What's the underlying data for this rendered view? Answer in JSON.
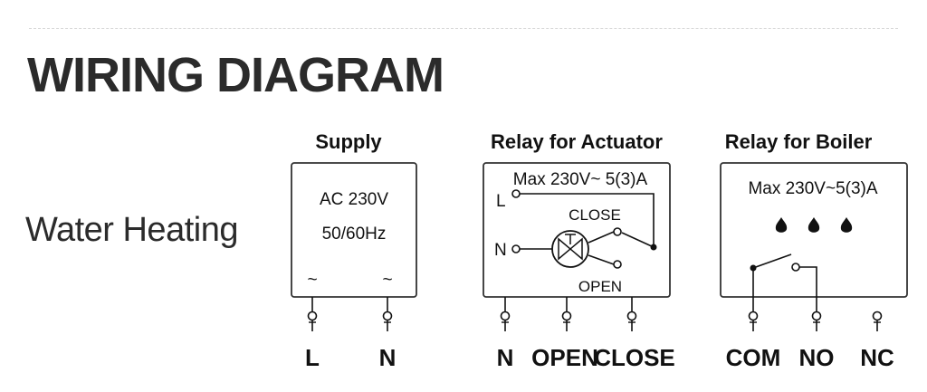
{
  "page": {
    "title": "WIRING DIAGRAM",
    "row_label": "Water Heating"
  },
  "supply": {
    "header": "Supply",
    "line1": "AC 230V",
    "line2": "50/60Hz",
    "terminals": [
      "L",
      "N"
    ]
  },
  "actuator": {
    "header": "Relay for Actuator",
    "rating": "Max 230V~ 5(3)A",
    "label_l": "L",
    "label_n": "N",
    "label_close": "CLOSE",
    "label_open": "OPEN",
    "terminals": [
      "N",
      "OPEN",
      "CLOSE"
    ]
  },
  "boiler": {
    "header": "Relay for Boiler",
    "rating": "Max 230V~5(3)A",
    "terminals": [
      "COM",
      "NO",
      "NC"
    ]
  },
  "icons": {
    "ac_symbol": "~",
    "flame": "flame-icon",
    "valve": "valve-icon",
    "terminal": "terminal-post-icon"
  }
}
